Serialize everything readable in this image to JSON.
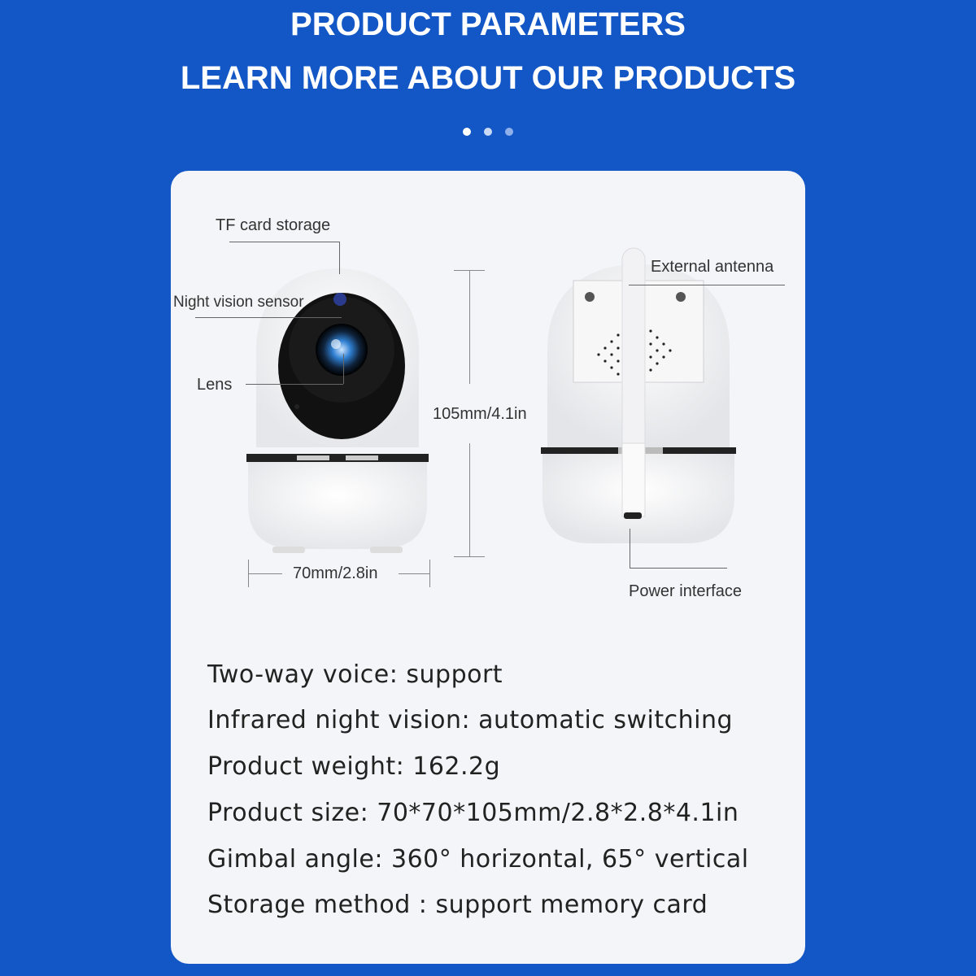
{
  "header": {
    "title_line1": "PRODUCT PARAMETERS",
    "title_line2": "LEARN MORE ABOUT OUR PRODUCTS",
    "carousel_dots": [
      {
        "state": "active",
        "color": "#ffffff"
      },
      {
        "state": "inactive",
        "color": "#c9d8f5"
      },
      {
        "state": "inactive",
        "color": "#8fb0ea"
      }
    ]
  },
  "colors": {
    "background": "#1357c6",
    "card": "#f4f5f8",
    "text": "#222222"
  },
  "diagram": {
    "front_view": {
      "callouts": {
        "tf_card": "TF card storage",
        "night_vision": "Night vision sensor",
        "lens": "Lens"
      },
      "height_dimension": "105mm/4.1in",
      "width_dimension": "70mm/2.8in"
    },
    "back_view": {
      "callouts": {
        "antenna": "External antenna",
        "power": "Power interface"
      }
    }
  },
  "specs": [
    "Two-way voice: support",
    "Infrared night vision: automatic switching",
    "Product weight: 162.2g",
    "Product size: 70*70*105mm/2.8*2.8*4.1in",
    "Gimbal angle: 360° horizontal, 65° vertical",
    "Storage method : support  memory card"
  ]
}
